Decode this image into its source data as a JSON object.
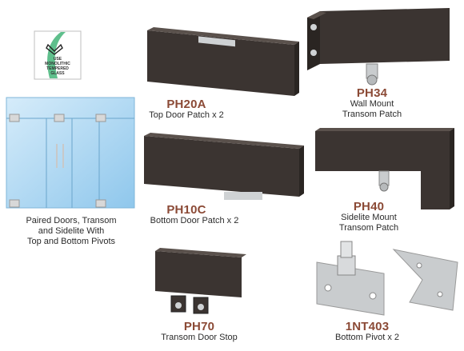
{
  "colors": {
    "code": "#8b4a36",
    "metal": "#3e3733",
    "glass": "#9fd0ef",
    "steel": "#c9ccce"
  },
  "badge": {
    "line1": "USE",
    "line2": "MONOLITHIC",
    "line3": "TEMPERED",
    "line4": "GLASS"
  },
  "overview": {
    "caption_line1": "Paired Doors, Transom",
    "caption_line2": "and Sidelite With",
    "caption_line3": "Top and Bottom Pivots"
  },
  "items": [
    {
      "code": "PH20A",
      "line1": "Top Door Patch x 2",
      "line2": ""
    },
    {
      "code": "PH34",
      "line1": "Wall Mount",
      "line2": "Transom Patch"
    },
    {
      "code": "PH10C",
      "line1": "Bottom Door Patch x 2",
      "line2": ""
    },
    {
      "code": "PH40",
      "line1": "Sidelite Mount",
      "line2": "Transom Patch"
    },
    {
      "code": "PH70",
      "line1": "Transom Door Stop",
      "line2": ""
    },
    {
      "code": "1NT403",
      "line1": "Bottom Pivot x 2",
      "line2": ""
    }
  ]
}
